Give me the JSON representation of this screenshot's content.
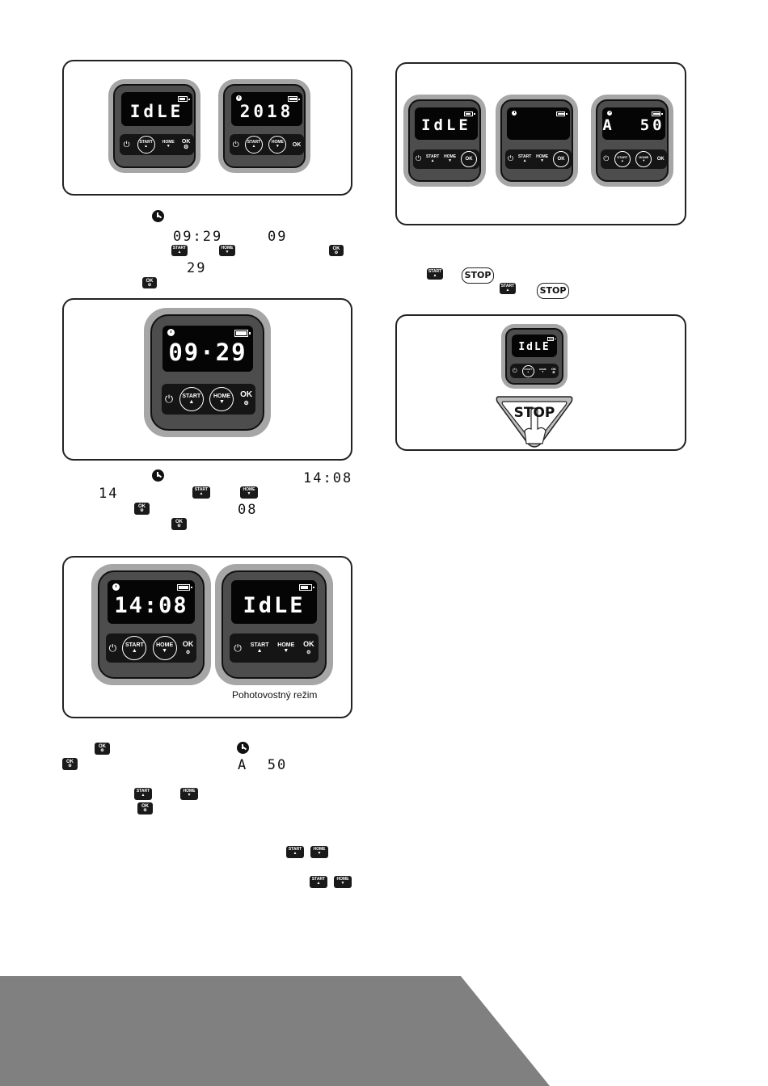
{
  "panel1": {
    "device1": {
      "display": "IdLE"
    },
    "device2": {
      "display": "2018"
    }
  },
  "panel2": {
    "device1": {
      "display": "IdLE"
    },
    "device2": {
      "display": ""
    },
    "device3": {
      "display": "A  50"
    }
  },
  "panel3": {
    "device": {
      "display": "09·29"
    }
  },
  "panel4": {
    "device": {
      "display": "IdLE"
    },
    "stop_label": "STOP"
  },
  "panel5": {
    "device1": {
      "display": "14:08"
    },
    "device2": {
      "display": "IdLE"
    },
    "caption": "Pohotovostný režim"
  },
  "buttons": {
    "start": "START",
    "home": "HOME",
    "ok": "OK",
    "stop": "STOP"
  },
  "inline": {
    "time_0929": "09:29",
    "hour_09": "09",
    "min_29": "29",
    "time_1408": "14:08",
    "hour_14": "14",
    "min_08": "08",
    "a50": "A  50"
  },
  "colors": {
    "device_outer": "#a6a6a6",
    "device_body": "#4d4d4d",
    "footer": "#808080"
  }
}
